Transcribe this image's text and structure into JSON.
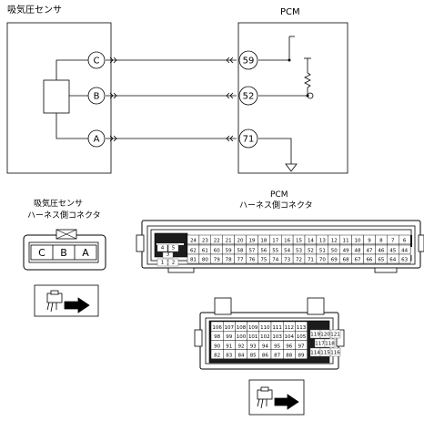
{
  "sensor_title": "吸気圧センサ",
  "pcm_title": "PCM",
  "sensor_pins": [
    {
      "letter": "C",
      "pcm_pin": "59"
    },
    {
      "letter": "B",
      "pcm_pin": "52"
    },
    {
      "letter": "A",
      "pcm_pin": "71"
    }
  ],
  "harness_sensor_title_1": "吸気圧センサ",
  "harness_sensor_title_2": "ハーネス側コネクタ",
  "harness_pcm_title_1": "PCM",
  "harness_pcm_title_2": "ハーネス側コネクタ",
  "sensor_connector_letters": [
    "C",
    "B",
    "A"
  ],
  "pcm_connector_1": {
    "left_top": [
      "4",
      "5"
    ],
    "left_mid": "3",
    "left_bottom": [
      "1",
      "2"
    ],
    "rows": [
      [
        "24",
        "23",
        "22",
        "21",
        "20",
        "19",
        "18",
        "17",
        "16",
        "15",
        "14",
        "13",
        "12",
        "11",
        "10",
        "9",
        "8",
        "7",
        "6"
      ],
      [
        "43",
        "42",
        "41",
        "40",
        "39",
        "38",
        "37",
        "36",
        "35",
        "34",
        "33",
        "32",
        "31",
        "30",
        "29",
        "28",
        "27",
        "26",
        "25"
      ],
      [
        "62",
        "61",
        "60",
        "59",
        "58",
        "57",
        "56",
        "55",
        "54",
        "53",
        "52",
        "51",
        "50",
        "49",
        "48",
        "47",
        "46",
        "45",
        "44"
      ],
      [
        "81",
        "80",
        "79",
        "78",
        "77",
        "76",
        "75",
        "74",
        "73",
        "72",
        "71",
        "70",
        "69",
        "68",
        "67",
        "66",
        "65",
        "64",
        "63"
      ]
    ]
  },
  "pcm_connector_2": {
    "rows": [
      [
        "106",
        "107",
        "108",
        "109",
        "110",
        "111",
        "112",
        "113"
      ],
      [
        "98",
        "99",
        "100",
        "101",
        "102",
        "103",
        "104",
        "105"
      ],
      [
        "90",
        "91",
        "92",
        "93",
        "94",
        "95",
        "96",
        "97"
      ],
      [
        "82",
        "83",
        "84",
        "85",
        "86",
        "87",
        "88",
        "89"
      ]
    ],
    "right_rows": [
      [
        "119",
        "120",
        "121"
      ],
      [
        "117",
        "118"
      ],
      [
        "114",
        "115",
        "116"
      ]
    ]
  }
}
